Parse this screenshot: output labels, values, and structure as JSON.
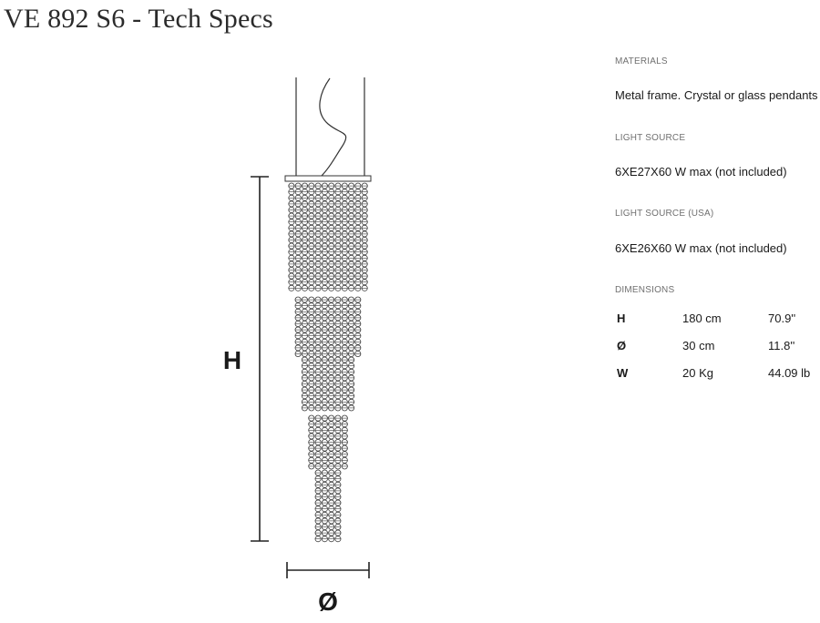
{
  "title": "VE 892 S6 - Tech Specs",
  "drawing": {
    "height_label": "H",
    "diameter_label": "Ø"
  },
  "specs": {
    "materials": {
      "label": "MATERIALS",
      "value": "Metal frame. Crystal or glass pendants"
    },
    "light_source": {
      "label": "LIGHT SOURCE",
      "value": "6XE27X60 W max (not included)"
    },
    "light_source_usa": {
      "label": "LIGHT SOURCE (USA)",
      "value": "6XE26X60 W max (not included)"
    },
    "dimensions": {
      "label": "DIMENSIONS",
      "rows": [
        {
          "key": "H",
          "metric": "180 cm",
          "imperial": "70.9''"
        },
        {
          "key": "Ø",
          "metric": "30 cm",
          "imperial": "11.8''"
        },
        {
          "key": "W",
          "metric": "20 Kg",
          "imperial": "44.09 lb"
        }
      ]
    }
  }
}
